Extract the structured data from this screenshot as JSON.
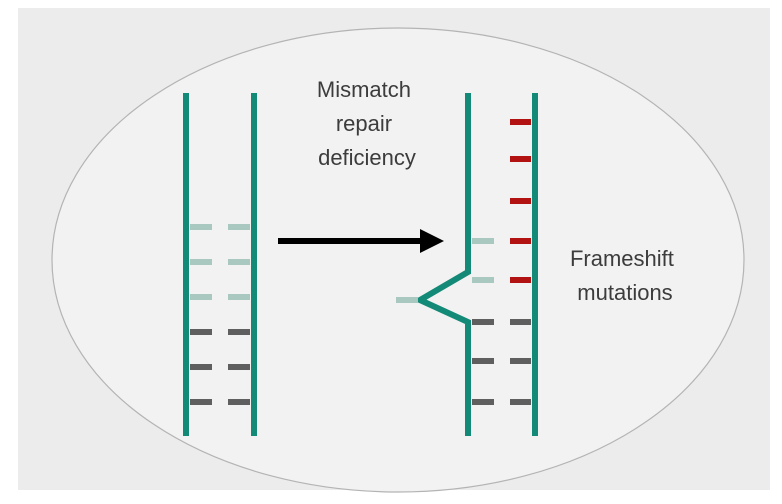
{
  "diagram": {
    "left_label": [
      "Mismatch",
      "repair",
      "deficiency"
    ],
    "right_label": [
      "Frameshift",
      "mutations"
    ]
  },
  "colors": {
    "panel_bg": "#ececec",
    "ellipse_fill": "#f2f2f2",
    "ellipse_stroke": "#b4b4b4",
    "strand": "#138a77",
    "base_light": "#a8c8c0",
    "base_dark": "#5f5f5f",
    "base_mutant": "#b31212",
    "arrow": "#000000",
    "text": "#3c3c3c"
  },
  "icons": {
    "process_arrow": "right-arrow-icon"
  }
}
